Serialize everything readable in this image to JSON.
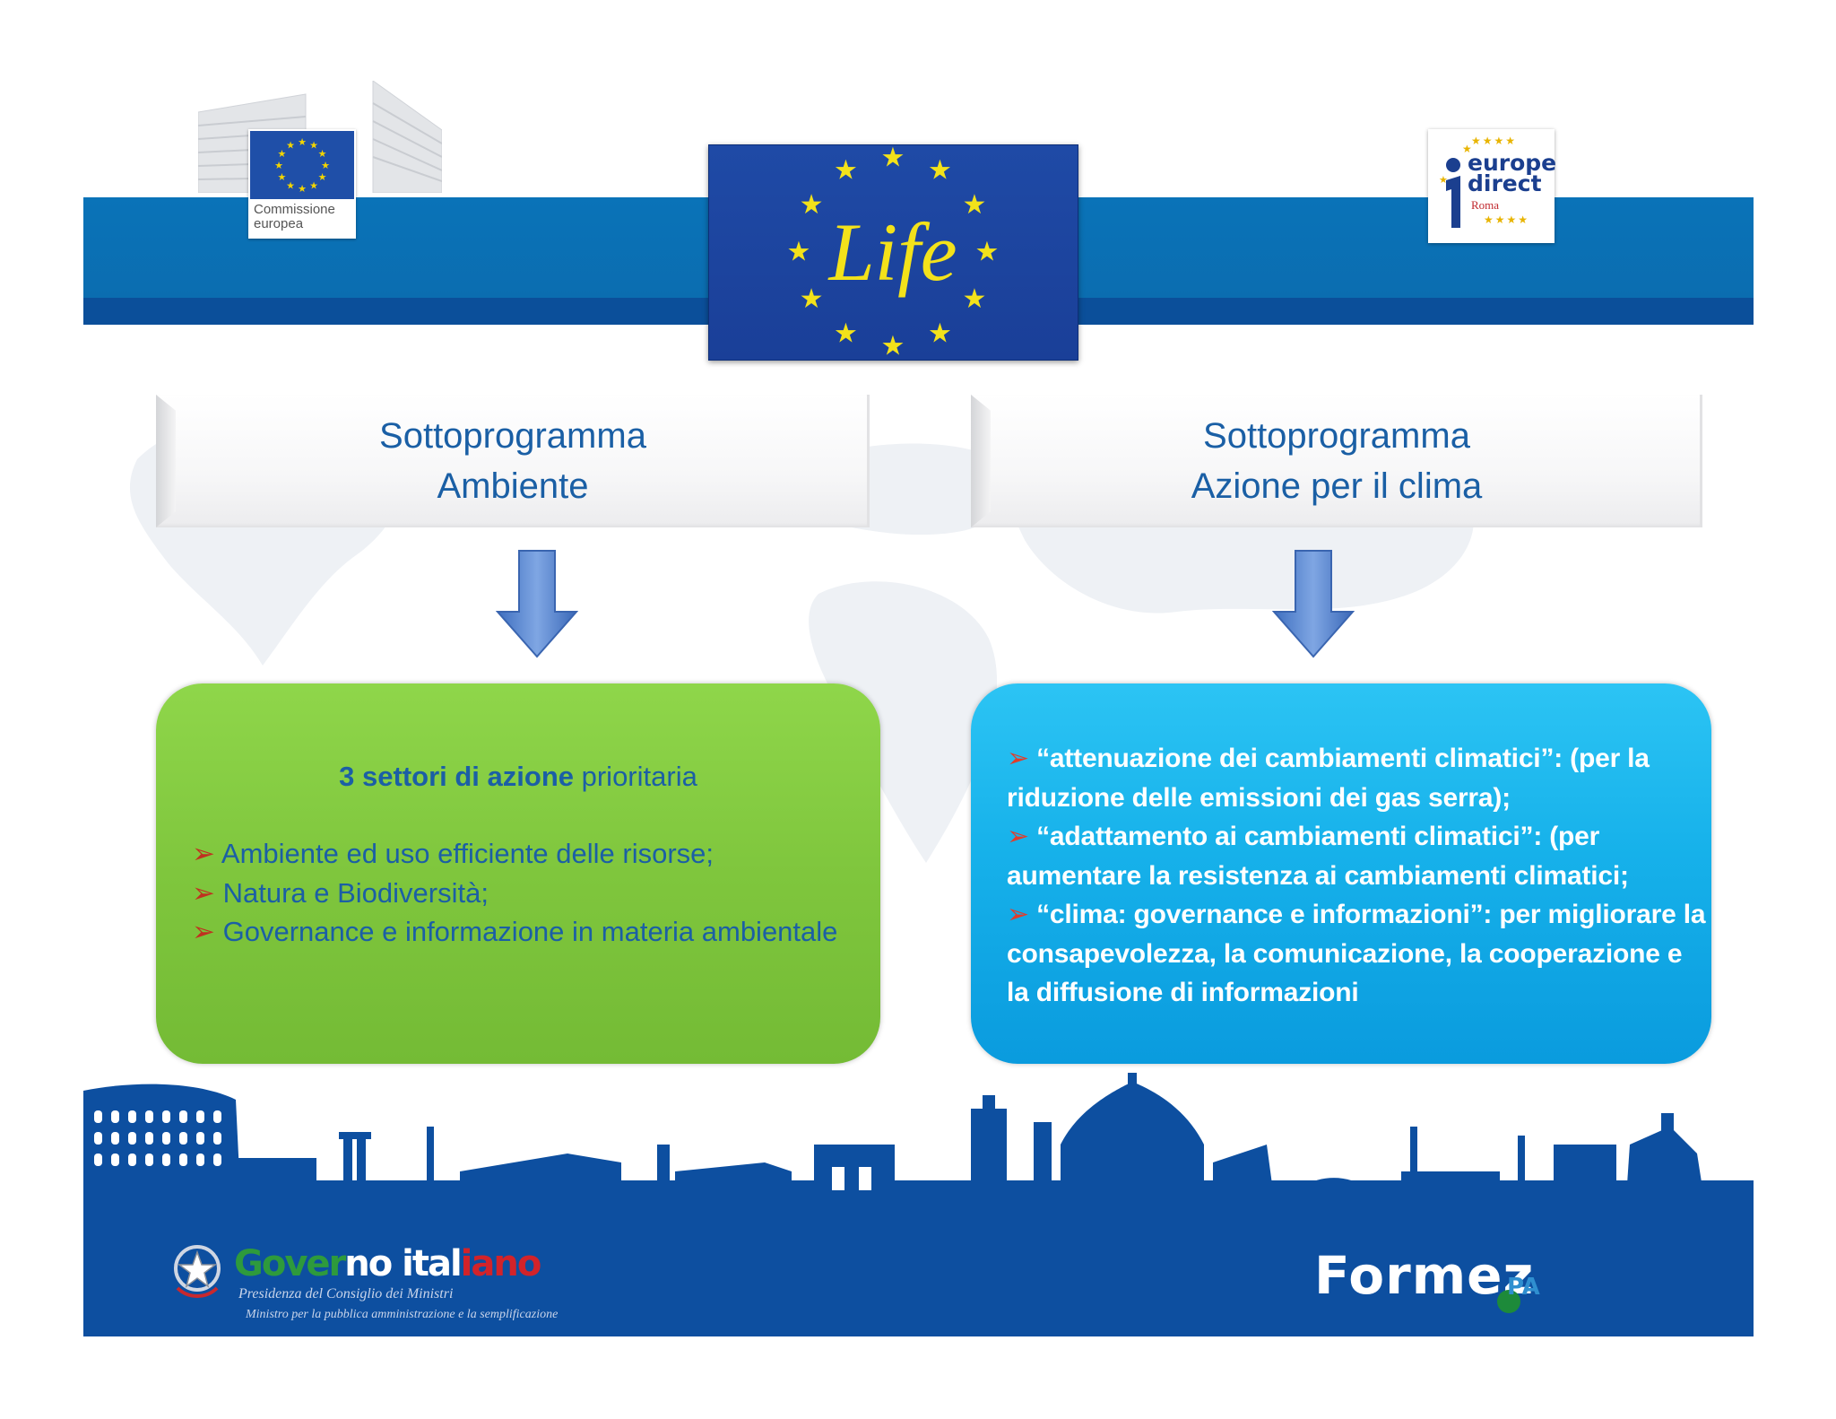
{
  "logos": {
    "commissione_line1": "Commissione",
    "commissione_line2": "europea",
    "life_wordmark": "Life",
    "europe_direct_line1": "europe",
    "europe_direct_line2": "direct",
    "europe_direct_city": "Roma"
  },
  "left": {
    "header_line1": "Sottoprogramma",
    "header_line2": "Ambiente",
    "title_bold": "3 settori di azione",
    "title_rest": " prioritaria",
    "items": [
      "Ambiente ed uso efficiente delle risorse;",
      "Natura e Biodiversità;",
      "Governance e informazione in materia ambientale"
    ]
  },
  "right": {
    "header_line1": "Sottoprogramma",
    "header_line2": "Azione per il clima",
    "items": [
      "“attenuazione dei cambiamenti climatici”: (per la riduzione delle emissioni dei gas serra);",
      "“adattamento ai cambiamenti climatici”: (per aumentare la resistenza ai cambiamenti climatici;",
      "“clima: governance e informazioni”: per migliorare la consapevolezza, la comunicazione, la cooperazione e la diffusione di informazioni"
    ]
  },
  "footer": {
    "gov_part1": "Gover",
    "gov_part2": "no ital",
    "gov_part3": "iano",
    "gov_sub1": "Presidenza del Consiglio dei Ministri",
    "gov_sub2": "Ministro per la pubblica amministrazione e la semplificazione",
    "formez": "Formez",
    "formez_suffix": "PA"
  },
  "colors": {
    "band_blue": "#0a73b8",
    "header_text": "#1a5fa5",
    "green_box": "#7fc63d",
    "blue_box": "#16b1ea",
    "bullet_red": "#e23c2a",
    "footer_blue": "#0d4fa0",
    "gov_green": "#2e9a3c",
    "gov_red": "#d2232a"
  },
  "icons": [
    "eu-flag-icon",
    "arrow-down-icon",
    "arrowhead-bullet-icon",
    "italian-emblem-icon",
    "rome-skyline"
  ]
}
